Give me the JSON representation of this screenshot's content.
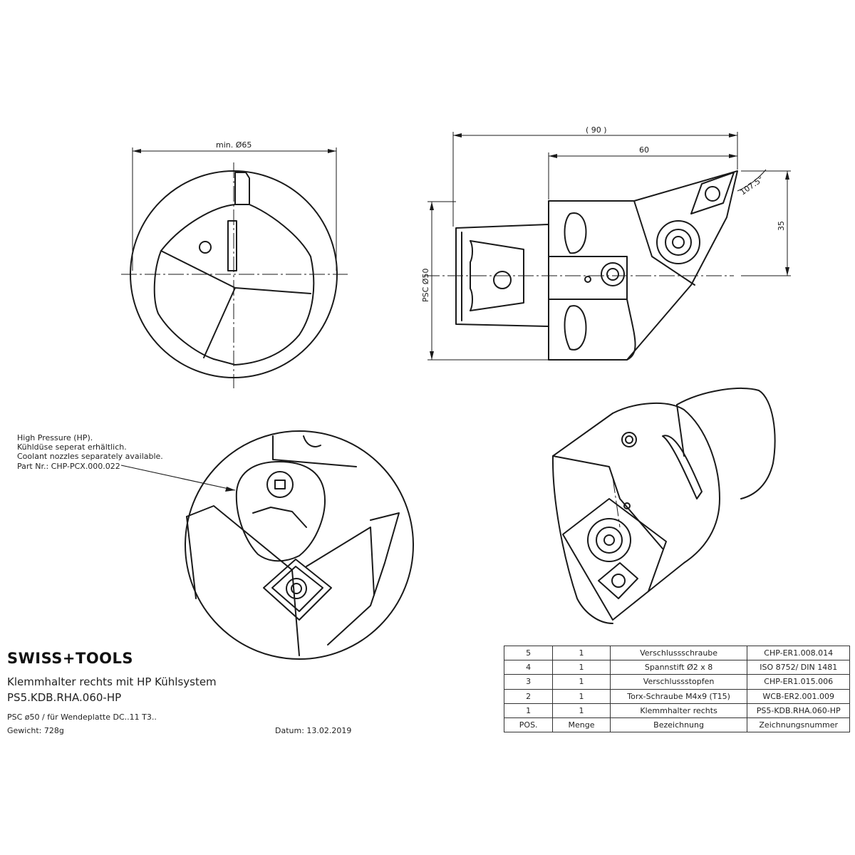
{
  "brand": {
    "text": "SWISS+TOOLS"
  },
  "title": {
    "description": "Klemmhalter rechts mit HP Kühlsystem",
    "part_code": "PS5.KDB.RHA.060-HP",
    "spec": "PSC ø50 / für Wendeplatte DC..11 T3..",
    "weight": "Gewicht: 728g",
    "date": "Datum: 13.02.2019"
  },
  "note": {
    "lines": [
      "High Pressure (HP).",
      "Kühldüse seperat erhältlich.",
      "Coolant nozzles separately available.",
      "Part Nr.: CHP-PCX.000.022"
    ]
  },
  "dimensions": {
    "min_diameter": "min. Ø65",
    "overall_length": "( 90 )",
    "head_length": "60",
    "height": "35",
    "angle": "107.5°",
    "shank_diameter": "PSC Ø50"
  },
  "bom": {
    "header": [
      "POS.",
      "Menge",
      "Bezeichnung",
      "Zeichnungsnummer"
    ],
    "rows": [
      [
        "5",
        "1",
        "Verschlussschraube",
        "CHP-ER1.008.014"
      ],
      [
        "4",
        "1",
        "Spannstift Ø2 x 8",
        "ISO 8752/ DIN 1481"
      ],
      [
        "3",
        "1",
        "Verschlussstopfen",
        "CHP-ER1.015.006"
      ],
      [
        "2",
        "1",
        "Torx-Schraube M4x9 (T15)",
        "WCB-ER2.001.009"
      ],
      [
        "1",
        "1",
        "Klemmhalter rechts",
        "PS5-KDB.RHA.060-HP"
      ]
    ]
  }
}
